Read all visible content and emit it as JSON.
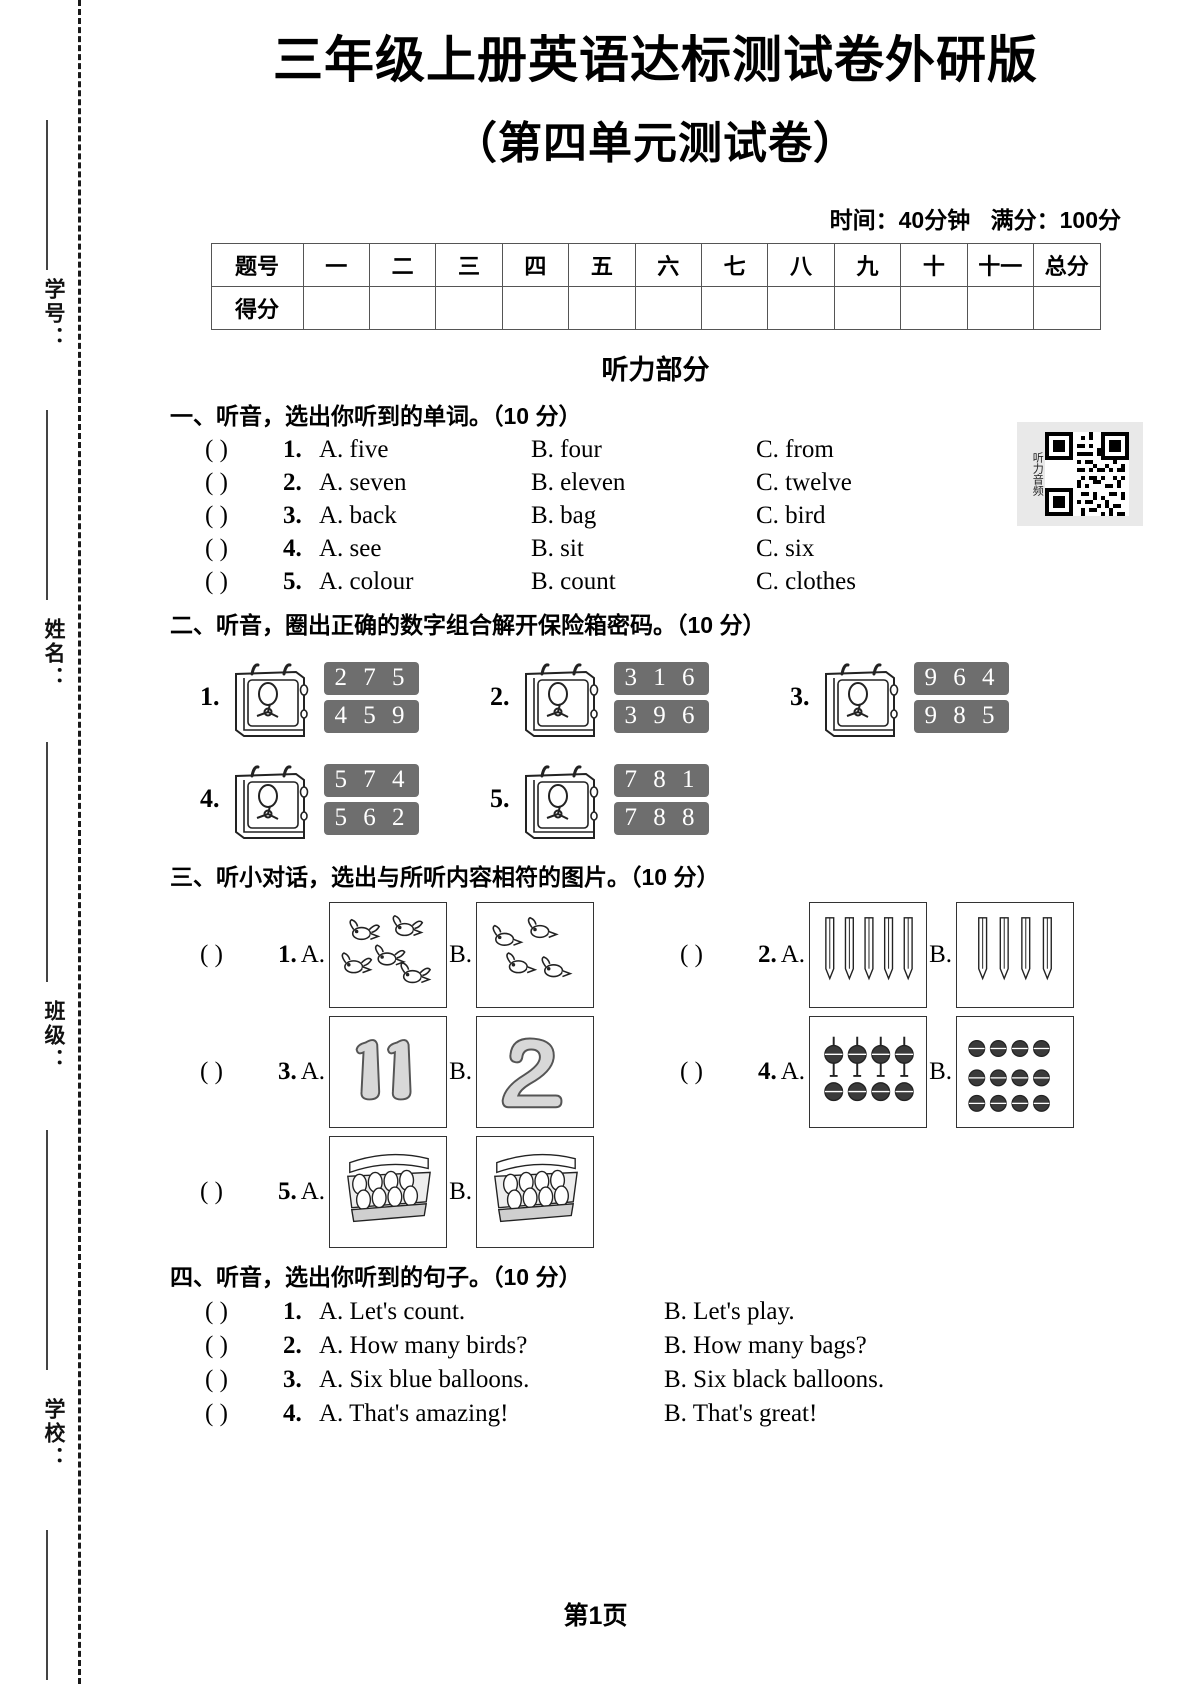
{
  "sidebar": {
    "labels": [
      {
        "text": "学号："
      },
      {
        "text": "姓名："
      },
      {
        "text": "班级："
      },
      {
        "text": "学校："
      }
    ]
  },
  "header": {
    "title_line1": "三年级上册英语达标测试卷外研版",
    "title_line2": "（第四单元测试卷）",
    "time_label": "时间：40分钟",
    "total_label": "满分：100分"
  },
  "score_table": {
    "row1_label": "题号",
    "row2_label": "得分",
    "columns": [
      "一",
      "二",
      "三",
      "四",
      "五",
      "六",
      "七",
      "八",
      "九",
      "十",
      "十一",
      "总分"
    ]
  },
  "listening_heading": "听力部分",
  "qr": {
    "label": "听力音频",
    "icon": "qr-code-icon"
  },
  "sections": {
    "one": {
      "heading": "一、听音，选出你听到的单词。（10 分）",
      "items": [
        {
          "num": "1.",
          "a": "A. five",
          "b": "B. four",
          "c": "C. from"
        },
        {
          "num": "2.",
          "a": "A. seven",
          "b": "B. eleven",
          "c": "C. twelve"
        },
        {
          "num": "3.",
          "a": "A. back",
          "b": "B. bag",
          "c": "C. bird"
        },
        {
          "num": "4.",
          "a": "A. see",
          "b": "B. sit",
          "c": "C. six"
        },
        {
          "num": "5.",
          "a": "A. colour",
          "b": "B. count",
          "c": "C. clothes"
        }
      ]
    },
    "two": {
      "heading": "二、听音，圈出正确的数字组合解开保险箱密码。（10 分）",
      "items": [
        {
          "num": "1.",
          "top": "2 7 5",
          "bottom": "4 5 9"
        },
        {
          "num": "2.",
          "top": "3 1 6",
          "bottom": "3 9 6"
        },
        {
          "num": "3.",
          "top": "9 6 4",
          "bottom": "9 8 5"
        },
        {
          "num": "4.",
          "top": "5 7 4",
          "bottom": "5 6 2"
        },
        {
          "num": "5.",
          "top": "7 8 1",
          "bottom": "7 8 8"
        }
      ]
    },
    "three": {
      "heading": "三、听小对话，选出与所听内容相符的图片。（10 分）",
      "items": [
        {
          "num": "1.",
          "a_label": "A.",
          "b_label": "B.",
          "a_pic": "five-birds-picture",
          "b_pic": "four-birds-picture"
        },
        {
          "num": "2.",
          "a_label": "A.",
          "b_label": "B.",
          "a_pic": "five-pencils-picture",
          "b_pic": "four-pencils-picture"
        },
        {
          "num": "3.",
          "a_label": "A.",
          "b_label": "B.",
          "a_pic": "number-eleven-picture",
          "b_pic": "number-two-picture"
        },
        {
          "num": "4.",
          "a_label": "A.",
          "b_label": "B.",
          "a_pic": "eight-knots-picture",
          "b_pic": "twelve-knots-picture"
        },
        {
          "num": "5.",
          "a_label": "A.",
          "b_label": "B.",
          "a_pic": "egg-carton-picture-a",
          "b_pic": "egg-carton-picture-b"
        }
      ]
    },
    "four": {
      "heading": "四、听音，选出你听到的句子。（10 分）",
      "items": [
        {
          "num": "1.",
          "a": "A. Let's count.",
          "b": "B. Let's play."
        },
        {
          "num": "2.",
          "a": "A. How many birds?",
          "b": "B. How many bags?"
        },
        {
          "num": "3.",
          "a": "A. Six blue balloons.",
          "b": "B. Six black balloons."
        },
        {
          "num": "4.",
          "a": "A. That's amazing!",
          "b": "B. That's great!"
        }
      ]
    }
  },
  "blank_paren": "(            )",
  "footer": {
    "page": "第1页"
  }
}
